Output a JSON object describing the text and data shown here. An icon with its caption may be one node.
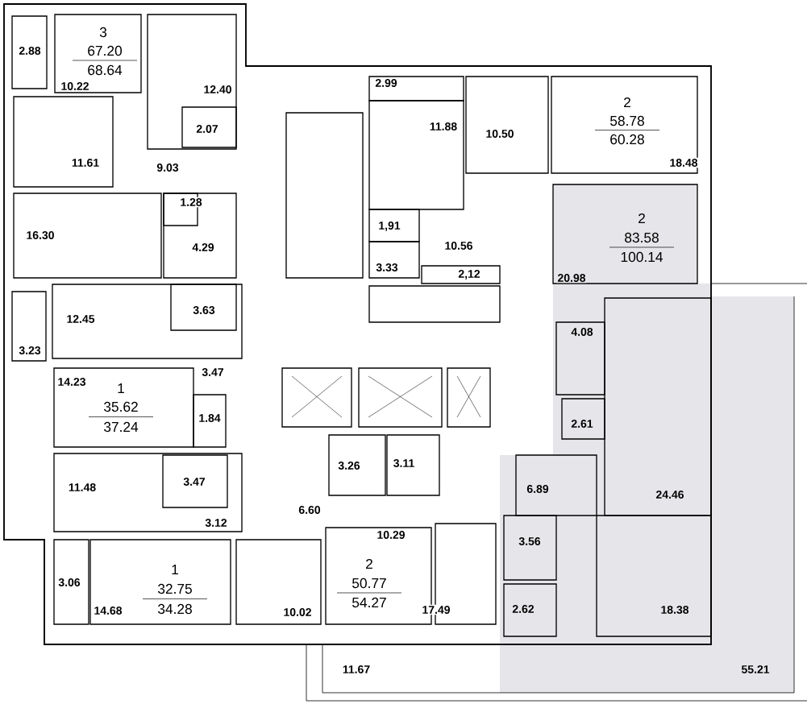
{
  "diagram": {
    "labels": [
      "3",
      "67.20",
      "68.64",
      "2.88",
      "10.22",
      "12.40",
      "2.07",
      "2.99",
      "2",
      "58.78",
      "60.28",
      "11.88",
      "10.50",
      "11.61",
      "9.03",
      "18.48",
      "1.28",
      "1,91",
      "2",
      "83.58",
      "100.14",
      "16.30",
      "4.29",
      "10.56",
      "3.33",
      "2,12",
      "20.98",
      "12.45",
      "3.63",
      "4.08",
      "3.23",
      "3.47",
      "14.23",
      "1",
      "35.62",
      "37.24",
      "1.84",
      "2.61",
      "11.48",
      "3.47",
      "3.26",
      "3.11",
      "6.89",
      "24.46",
      "6.60",
      "3.12",
      "10.29",
      "3.56",
      "1",
      "32.75",
      "34.28",
      "2",
      "50.77",
      "54.27",
      "3.06",
      "14.68",
      "10.02",
      "17.49",
      "2.62",
      "18.38",
      "11.67",
      "55.21"
    ]
  }
}
